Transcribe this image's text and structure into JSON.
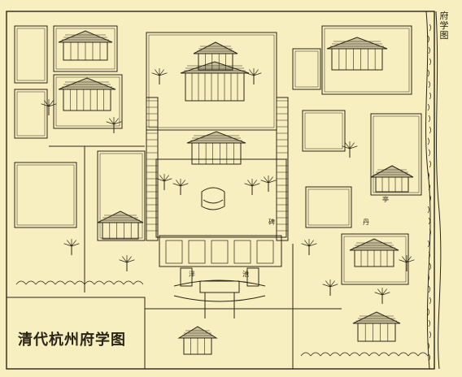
{
  "map": {
    "caption": "清代杭州府学图",
    "side_title": "府学图",
    "small_labels": [
      "丹",
      "碑",
      "亭",
      "泮",
      "池"
    ],
    "colors": {
      "paper": "#f7efbf",
      "ink": "#2b2618",
      "shade": "#6f6650",
      "caption": "#2a2415"
    }
  }
}
